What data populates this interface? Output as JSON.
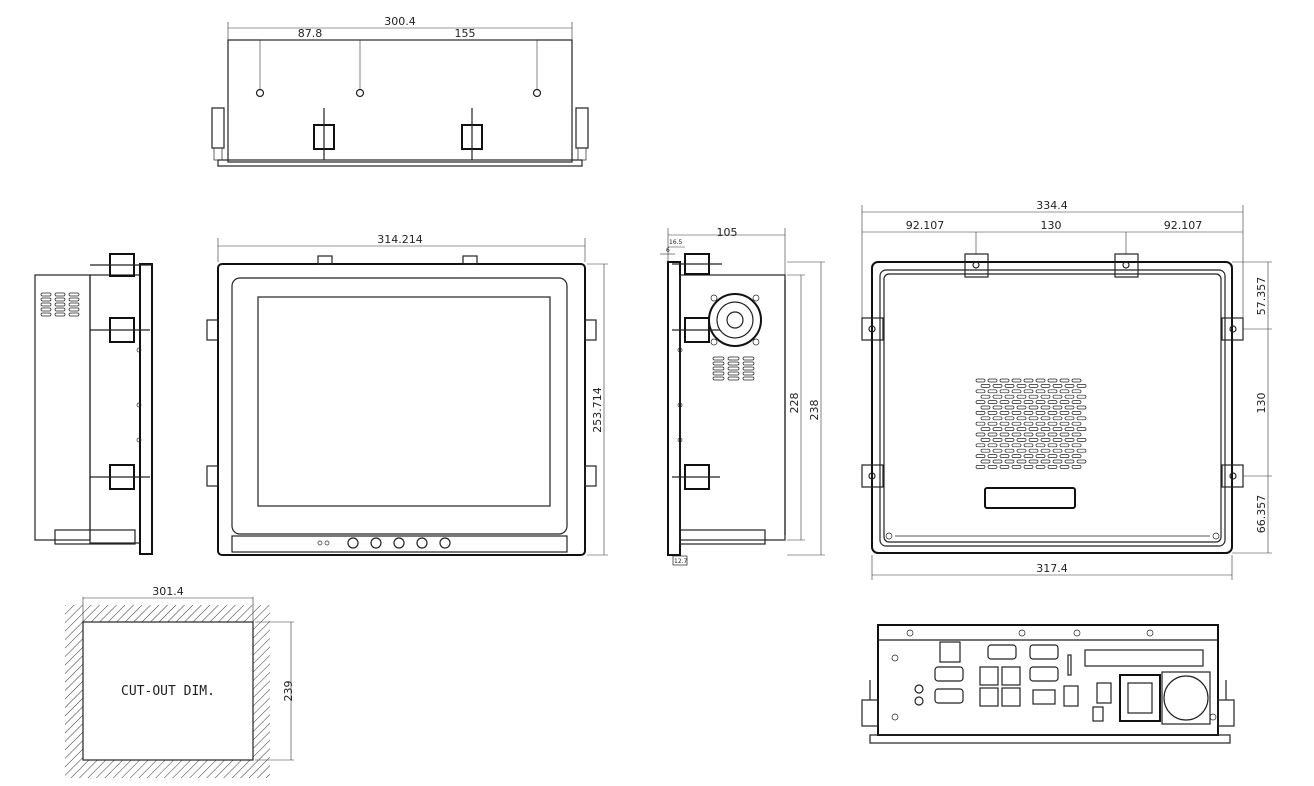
{
  "title": "Panel PC mechanical dimension drawing",
  "top_view": {
    "width": "300.4",
    "hole_offset": "87.8",
    "hole_spacing": "155"
  },
  "front_view": {
    "width": "314.214",
    "height": "253.714"
  },
  "side_view": {
    "depth": "105",
    "bezel": "16.5",
    "flange": "6",
    "body_height": "228",
    "total_height": "238",
    "bottom_offset": "12.7"
  },
  "rear_view": {
    "overall_width": "334.4",
    "bracket_left": "92.107",
    "bracket_spacing": "130",
    "bracket_right": "92.107",
    "body_width": "317.4",
    "top_offset": "57.357",
    "side_spacing": "130",
    "bottom_offset": "66.357"
  },
  "cutout": {
    "label": "CUT-OUT DIM.",
    "width": "301.4",
    "height": "239"
  }
}
